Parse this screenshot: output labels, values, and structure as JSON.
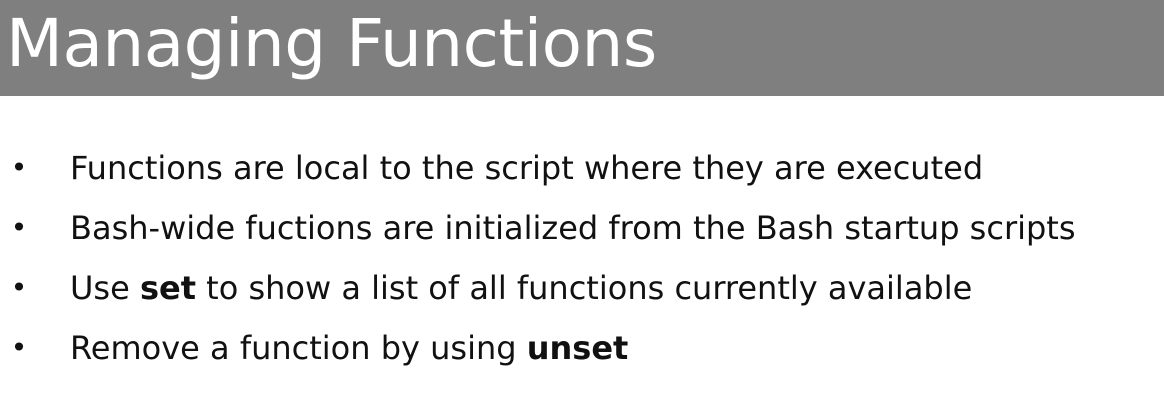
{
  "slide": {
    "title": "Managing Functions",
    "bullets": [
      {
        "text": "Functions are local to the script where they are executed"
      },
      {
        "text": "Bash-wide fuctions are initialized from the Bash startup scripts"
      },
      {
        "before": "Use ",
        "bold": "set",
        "after": " to show a list of all functions currently available"
      },
      {
        "before": "Remove a function by using ",
        "bold": "unset",
        "after": ""
      }
    ],
    "bullet_glyph": "•"
  },
  "colors": {
    "title_bar": "#7f7f7f",
    "title_text": "#ffffff",
    "body_text": "#111111",
    "background": "#ffffff"
  }
}
